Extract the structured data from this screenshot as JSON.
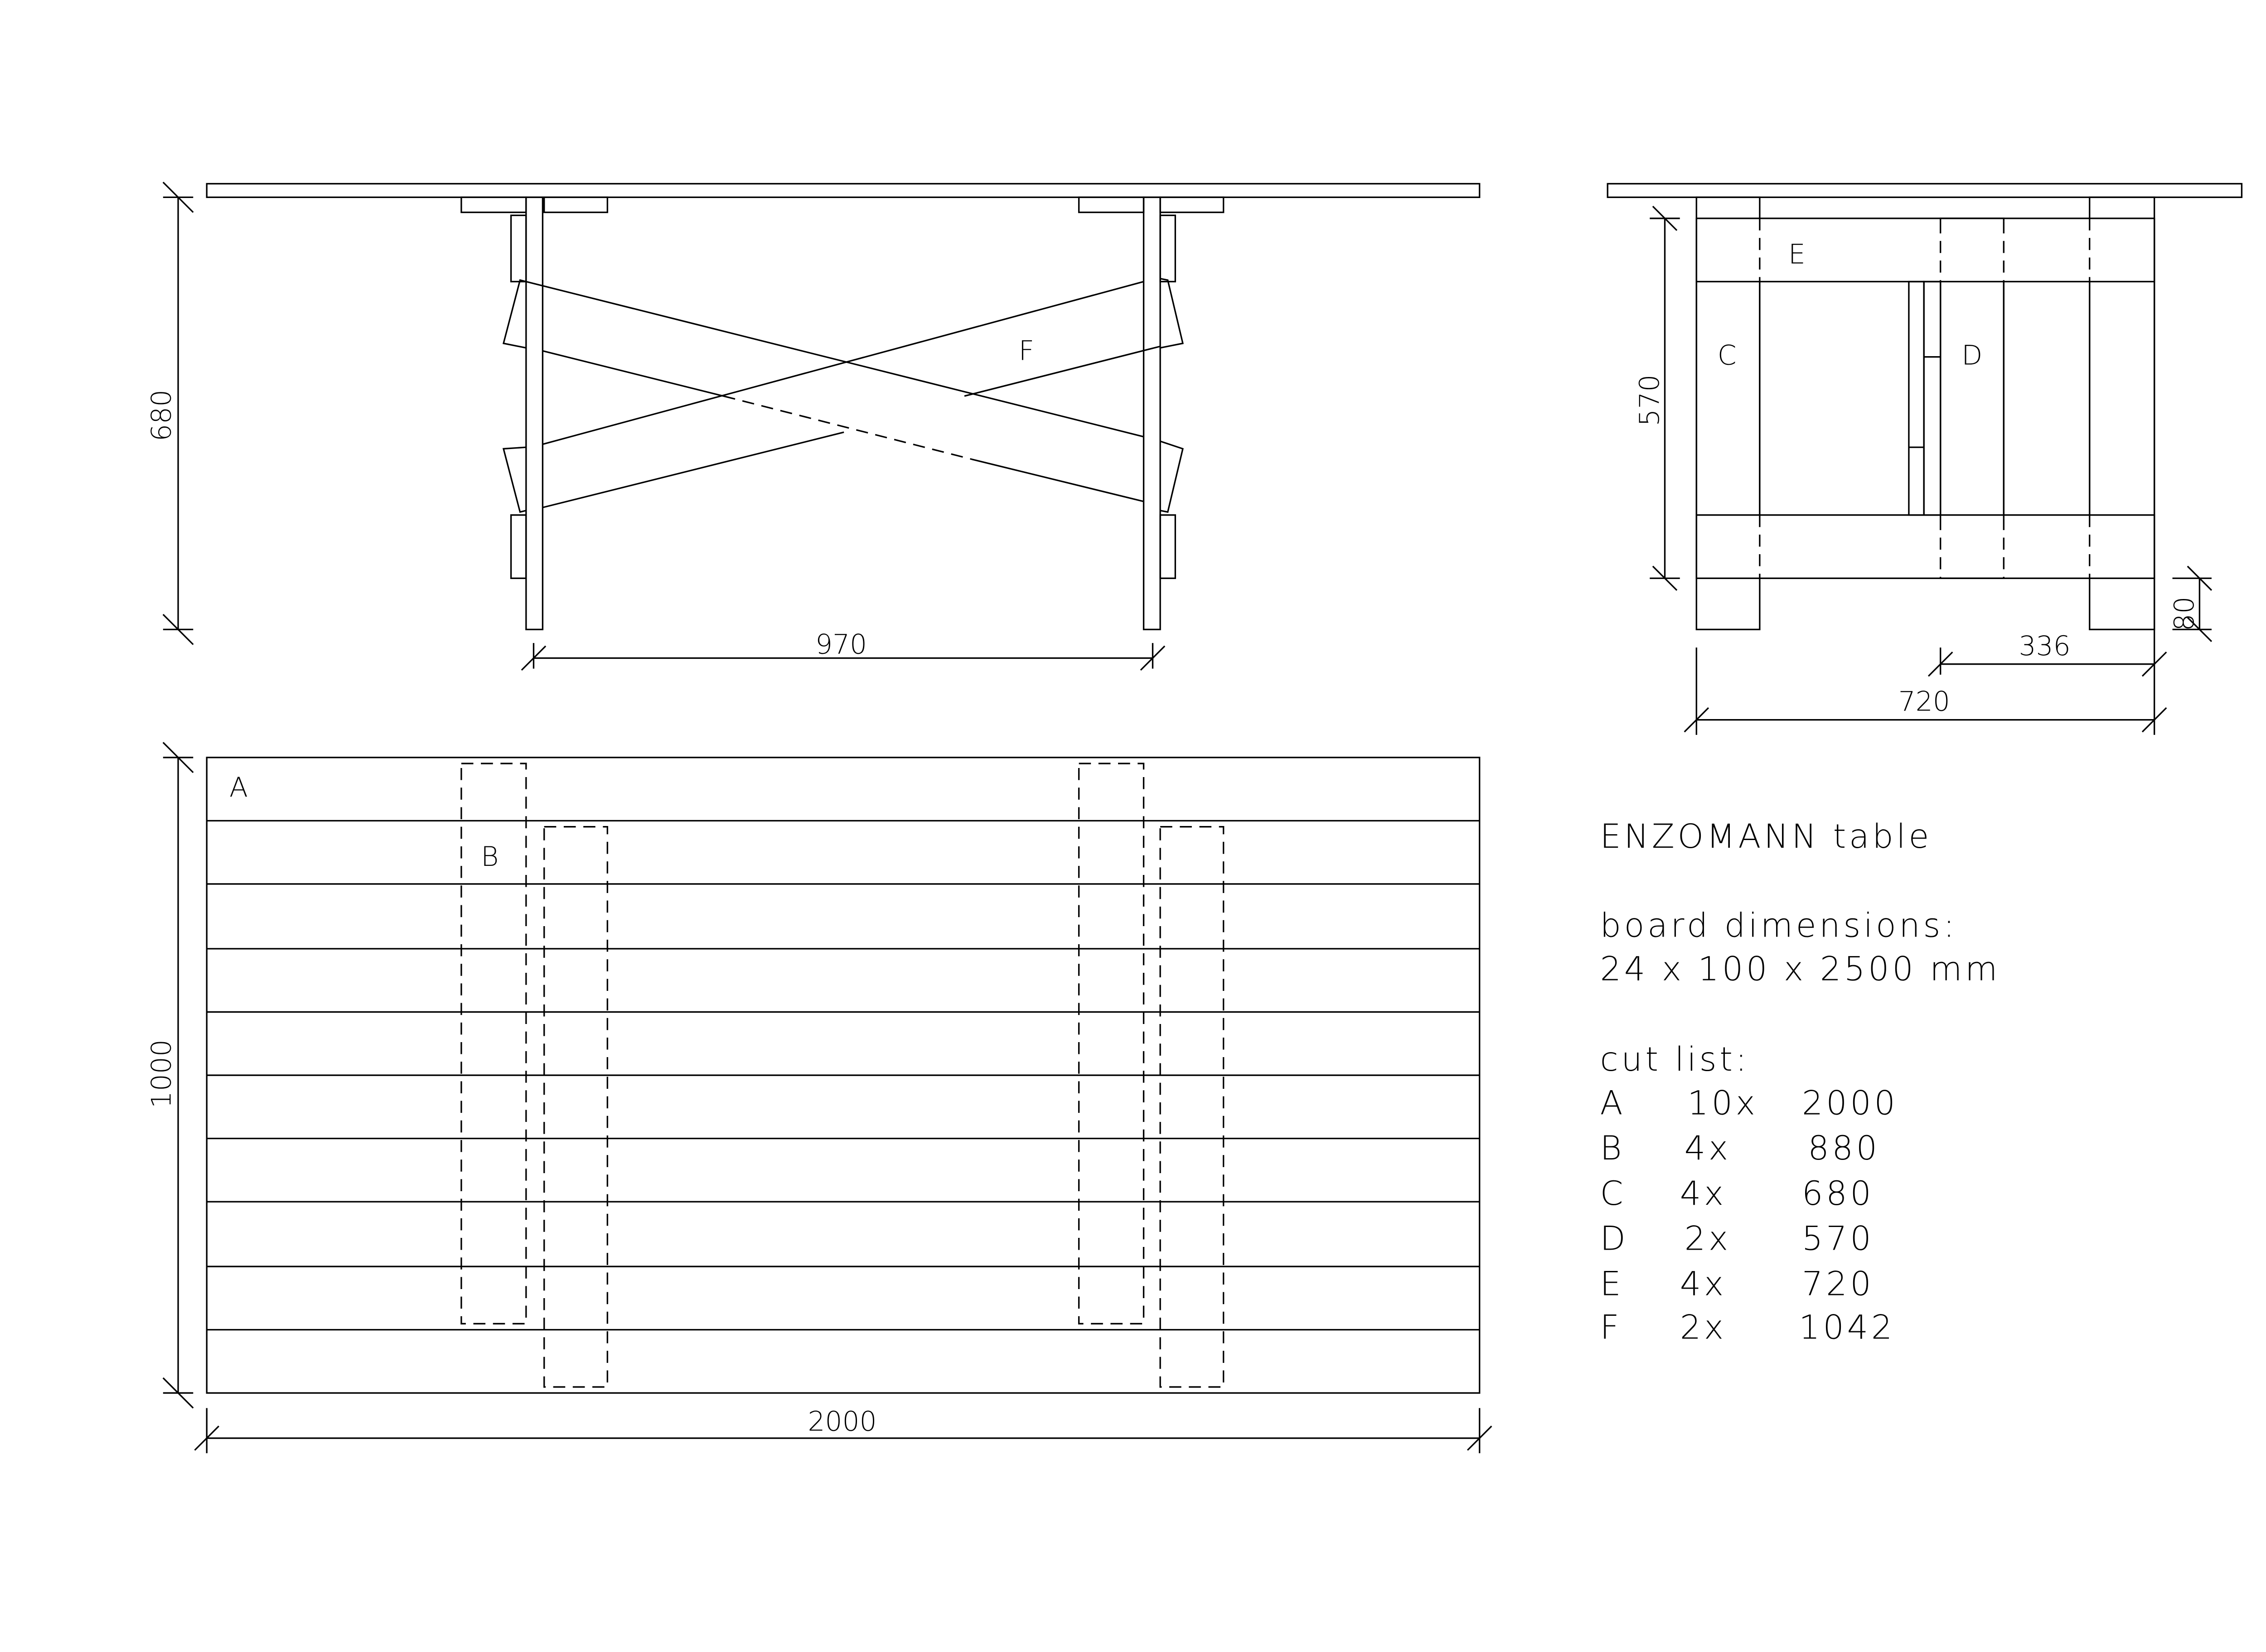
{
  "title": "ENZOMANN table",
  "board_heading": "board dimensions:",
  "board_size": "24 x 100 x 2500 mm",
  "cut_list_heading": "cut list:",
  "cut_list": [
    {
      "part": "A",
      "qty": "10x",
      "length": "2000"
    },
    {
      "part": "B",
      "qty": "4x",
      "length": "880"
    },
    {
      "part": "C",
      "qty": "4x",
      "length": "680"
    },
    {
      "part": "D",
      "qty": "2x",
      "length": "570"
    },
    {
      "part": "E",
      "qty": "4x",
      "length": "720"
    },
    {
      "part": "F",
      "qty": "2x",
      "length": "1042"
    }
  ],
  "labels": {
    "A": "A",
    "B": "B",
    "C": "C",
    "D": "D",
    "E": "E",
    "F": "F"
  },
  "dimensions": {
    "front_height": "680",
    "leg_spacing": "970",
    "plan_depth": "1000",
    "plan_length": "2000",
    "side_height": "570",
    "side_width": "720",
    "side_offset": "336",
    "foot_height": "80"
  }
}
